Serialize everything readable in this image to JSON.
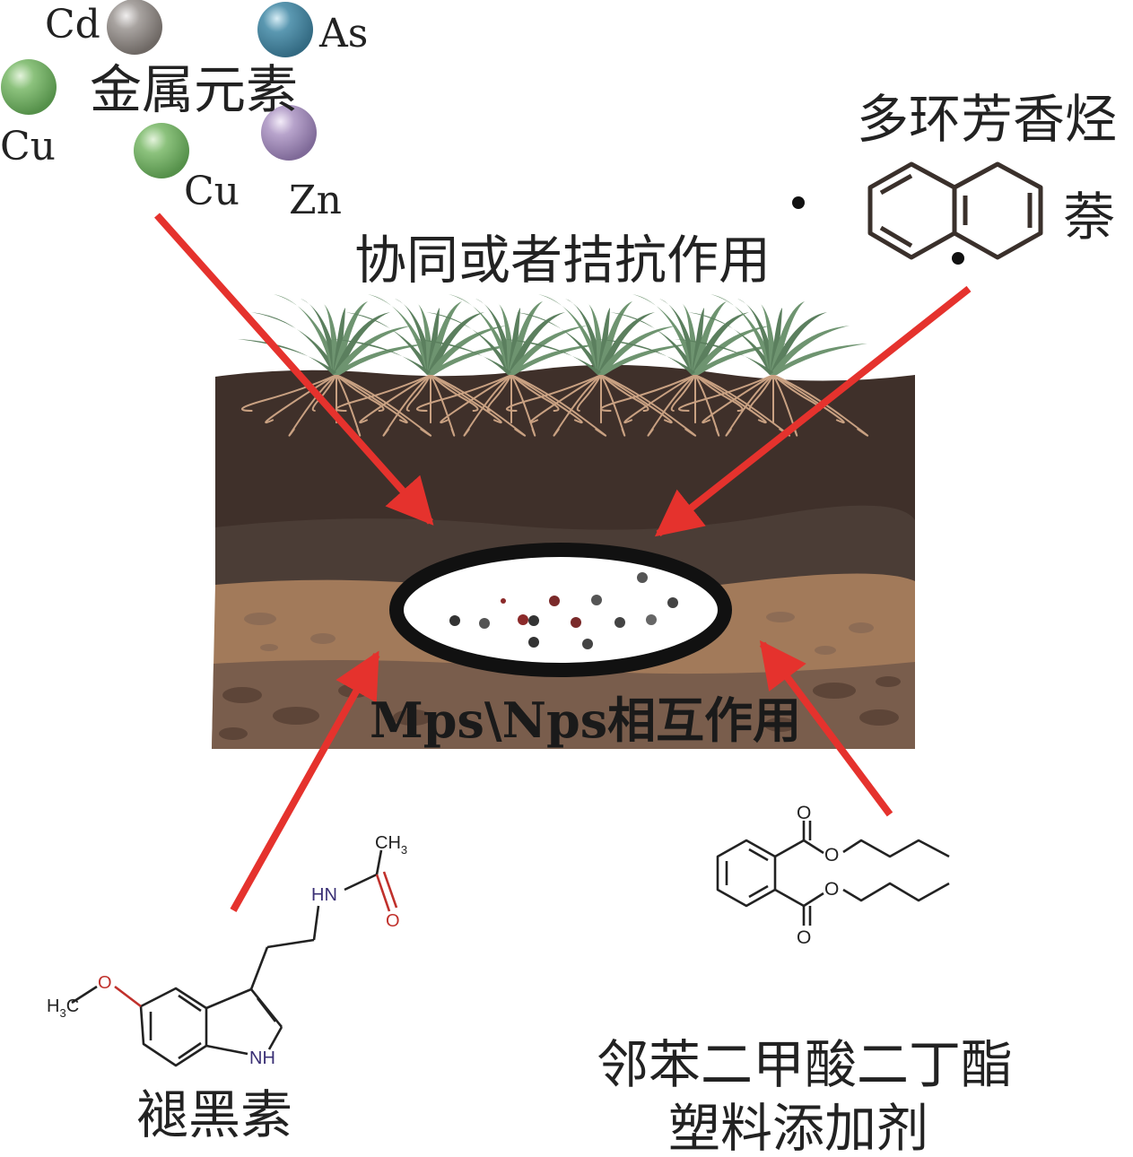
{
  "metals": {
    "group_label": "金属元素",
    "cd": "Cd",
    "as": "As",
    "cu_left": "Cu",
    "cu_right": "Cu",
    "zn": "Zn"
  },
  "pah": {
    "title": "多环芳香烃",
    "name": "萘"
  },
  "synergy_label": "协同或者拮抗作用",
  "center_label": "Mps\\Nps相互作用",
  "melatonin": {
    "name": "褪黑素",
    "ch3": "CH",
    "ch3_sub": "3",
    "hn": "HN",
    "o": "O",
    "h3c": "H",
    "h3c_sub": "3",
    "h3c_c": "C",
    "ring_o": "O",
    "nh": "NH"
  },
  "dbp": {
    "name_line1": "邻苯二甲酸二丁酯",
    "name_line2": "塑料添加剂",
    "o_top": "O",
    "o_ester1": "O",
    "o_ester2": "O",
    "o_bottom": "O"
  },
  "colors": {
    "arrow": "#e5322d",
    "cd": "#9b9592",
    "as": "#4d8aa4",
    "cu": "#7fb66f",
    "zn": "#ae98c3",
    "soil_top": "#3f302a",
    "soil_mid": "#4b3d36",
    "soil_bottom": "#a27a5a",
    "grass": "#6e9470",
    "roots": "#c9a182"
  }
}
